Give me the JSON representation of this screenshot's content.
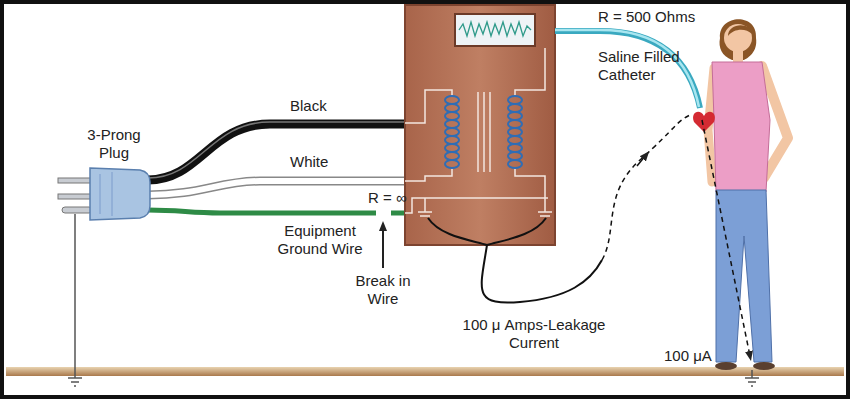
{
  "diagram": {
    "labels": [
      "R = 500 Ohms",
      "Black",
      "Saline Filled Catheter",
      "3-Prong Plug",
      "White",
      "R = ∞",
      "Equipment Ground Wire",
      "Break in Wire",
      "100 μ Amps-Leakage Current",
      "100 μA"
    ]
  }
}
